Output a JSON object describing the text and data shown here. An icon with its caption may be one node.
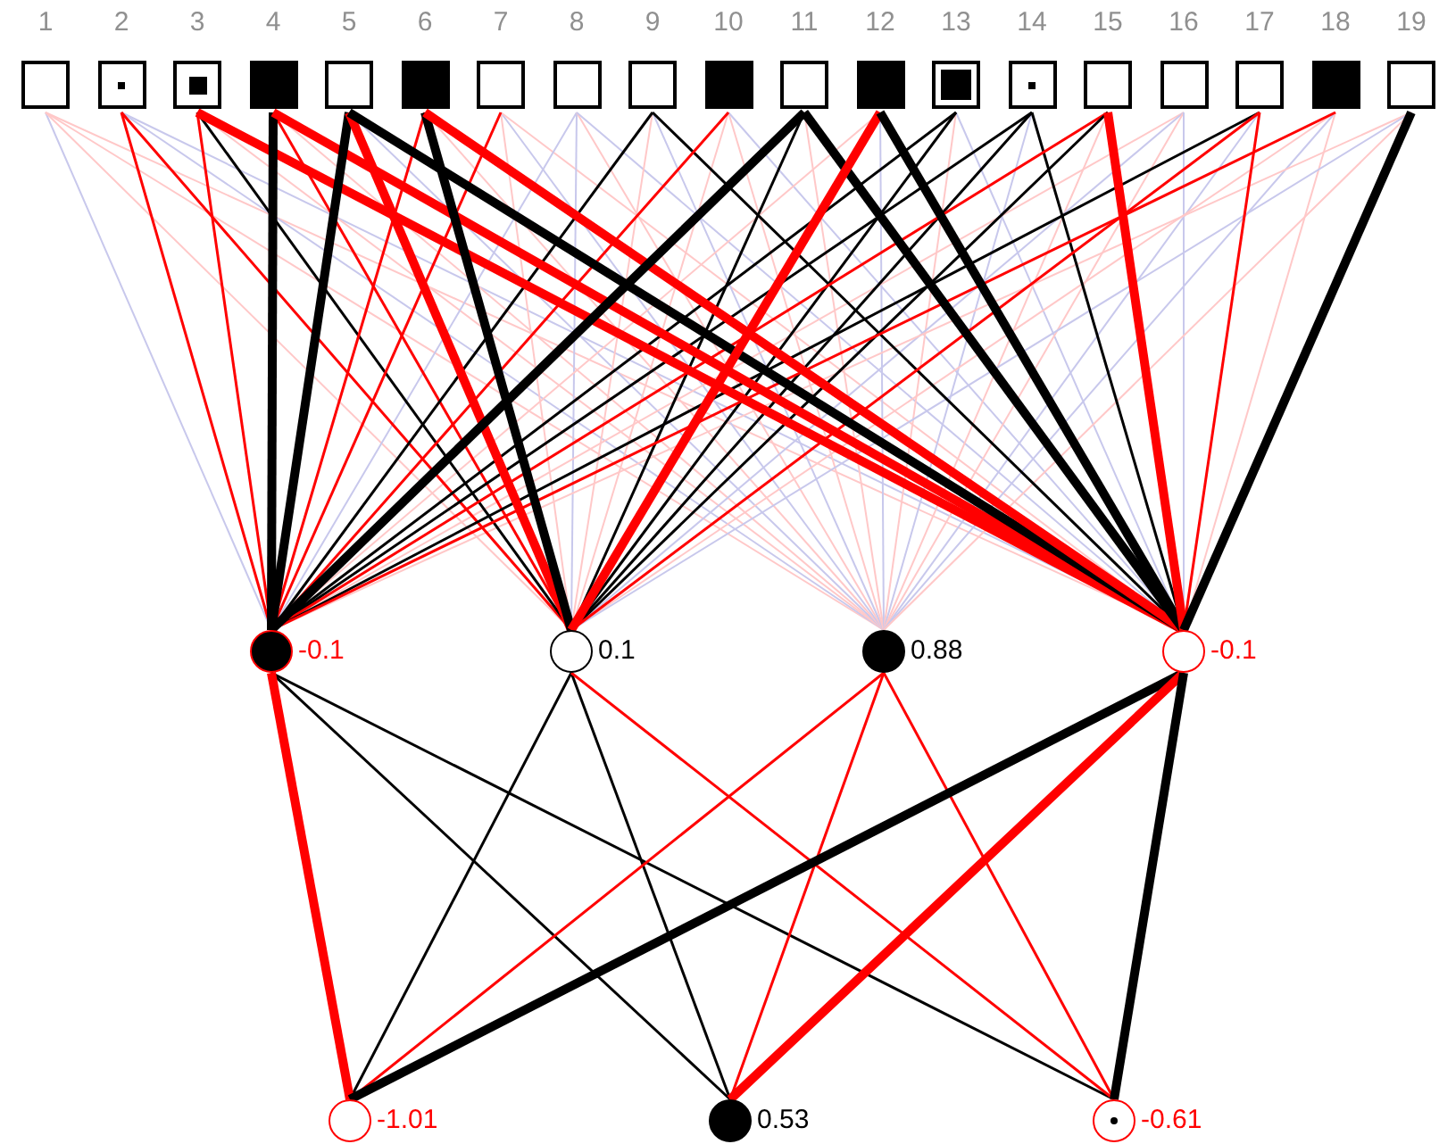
{
  "diagram": {
    "nodes": [
      {
        "text": [
          "1"
        ]
      },
      {
        "text": [
          "2"
        ]
      },
      {
        "text": [
          "3"
        ]
      },
      {
        "text": [
          "4"
        ]
      },
      {
        "text": [
          "5"
        ]
      },
      {
        "text": [
          "6"
        ]
      },
      {
        "text": [
          "7"
        ]
      },
      {
        "text": [
          "8"
        ]
      },
      {
        "text": [
          "9"
        ]
      },
      {
        "text": [
          "10"
        ]
      },
      {
        "text": [
          "11"
        ]
      },
      {
        "text": [
          "12"
        ]
      },
      {
        "text": [
          "13"
        ]
      },
      {
        "text": [
          "14"
        ]
      },
      {
        "text": [
          "15"
        ]
      },
      {
        "text": [
          "16"
        ]
      },
      {
        "text": [
          "17"
        ]
      },
      {
        "text": [
          "18"
        ]
      },
      {
        "text": [
          "19"
        ]
      },
      {
        "text": [],
        "shape": "circle",
        "beside": [
          "-0.1"
        ]
      },
      {
        "text": [],
        "shape": "circle",
        "beside": [
          "0.1"
        ]
      },
      {
        "text": [],
        "shape": "circle",
        "beside": [
          "0.88"
        ]
      },
      {
        "text": [],
        "shape": "circle",
        "beside": [
          "-0.1"
        ]
      },
      {
        "text": [],
        "shape": "circle",
        "beside": [
          "-1.01"
        ]
      },
      {
        "text": [],
        "shape": "circle",
        "beside": [
          "0.53"
        ]
      },
      {
        "text": [],
        "shape": "circle",
        "beside": [
          "-0.61"
        ]
      }
    ],
    "edges": [
      {
        "from": 0,
        "to": 19,
        "arrow": "none",
        "color": "#c8c8ec"
      },
      {
        "from": 0,
        "to": 20,
        "arrow": "none",
        "color": "#ffc8c8"
      },
      {
        "from": 0,
        "to": 21,
        "arrow": "none",
        "color": "#ffc8c8"
      },
      {
        "from": 0,
        "to": 22,
        "arrow": "none",
        "color": "#ffc8c8"
      },
      {
        "from": 1,
        "to": 19,
        "arrow": "none",
        "color": "#ff0000"
      },
      {
        "from": 1,
        "to": 20,
        "arrow": "none",
        "color": "#ff0000"
      },
      {
        "from": 1,
        "to": 21,
        "arrow": "none",
        "color": "#c8c8ec"
      },
      {
        "from": 1,
        "to": 22,
        "arrow": "none",
        "color": "#c8c8ec"
      },
      {
        "from": 2,
        "to": 19,
        "arrow": "none",
        "color": "#ff0000"
      },
      {
        "from": 2,
        "to": 20,
        "arrow": "none"
      },
      {
        "from": 2,
        "to": 21,
        "arrow": "none",
        "color": "#ffc8c8"
      },
      {
        "from": 2,
        "to": 22,
        "arrow": "none",
        "style": "thick",
        "color": "#ff0000"
      },
      {
        "from": 3,
        "to": 19,
        "arrow": "none",
        "style": "thick"
      },
      {
        "from": 3,
        "to": 20,
        "arrow": "none",
        "color": "#ff0000"
      },
      {
        "from": 3,
        "to": 21,
        "arrow": "none",
        "color": "#ffc8c8"
      },
      {
        "from": 3,
        "to": 22,
        "arrow": "none",
        "style": "thick",
        "color": "#ff0000"
      },
      {
        "from": 4,
        "to": 19,
        "arrow": "none",
        "style": "thick"
      },
      {
        "from": 4,
        "to": 20,
        "arrow": "none",
        "style": "thick",
        "color": "#ff0000"
      },
      {
        "from": 4,
        "to": 21,
        "arrow": "none",
        "color": "#c8c8ec"
      },
      {
        "from": 4,
        "to": 22,
        "arrow": "none",
        "style": "thick"
      },
      {
        "from": 5,
        "to": 19,
        "arrow": "none",
        "color": "#ff0000"
      },
      {
        "from": 5,
        "to": 20,
        "arrow": "none",
        "style": "thick"
      },
      {
        "from": 5,
        "to": 21,
        "arrow": "none",
        "color": "#ffc8c8"
      },
      {
        "from": 5,
        "to": 22,
        "arrow": "none",
        "style": "thick",
        "color": "#ff0000"
      },
      {
        "from": 6,
        "to": 19,
        "arrow": "none",
        "color": "#ff0000"
      },
      {
        "from": 6,
        "to": 20,
        "arrow": "none",
        "color": "#ffc8c8"
      },
      {
        "from": 6,
        "to": 21,
        "arrow": "none",
        "color": "#c8c8ec"
      },
      {
        "from": 6,
        "to": 22,
        "arrow": "none",
        "color": "#ffc8c8"
      },
      {
        "from": 7,
        "to": 19,
        "arrow": "none",
        "color": "#c8c8ec"
      },
      {
        "from": 7,
        "to": 20,
        "arrow": "none",
        "color": "#c8c8ec"
      },
      {
        "from": 7,
        "to": 21,
        "arrow": "none",
        "color": "#ffc8c8"
      },
      {
        "from": 7,
        "to": 22,
        "arrow": "none",
        "color": "#c8c8ec"
      },
      {
        "from": 8,
        "to": 19,
        "arrow": "none"
      },
      {
        "from": 8,
        "to": 20,
        "arrow": "none",
        "color": "#ffc8c8"
      },
      {
        "from": 8,
        "to": 21,
        "arrow": "none",
        "color": "#c8c8ec"
      },
      {
        "from": 8,
        "to": 22,
        "arrow": "none"
      },
      {
        "from": 9,
        "to": 19,
        "arrow": "none",
        "color": "#ff0000"
      },
      {
        "from": 9,
        "to": 20,
        "arrow": "none",
        "color": "#ffc8c8"
      },
      {
        "from": 9,
        "to": 21,
        "arrow": "none",
        "color": "#ffc8c8"
      },
      {
        "from": 9,
        "to": 22,
        "arrow": "none",
        "color": "#c8c8ec"
      },
      {
        "from": 10,
        "to": 19,
        "arrow": "none",
        "style": "thick"
      },
      {
        "from": 10,
        "to": 20,
        "arrow": "none"
      },
      {
        "from": 10,
        "to": 21,
        "arrow": "none",
        "color": "#ffc8c8"
      },
      {
        "from": 10,
        "to": 22,
        "arrow": "none",
        "style": "thick"
      },
      {
        "from": 11,
        "to": 19,
        "arrow": "none",
        "color": "#ffc8c8"
      },
      {
        "from": 11,
        "to": 20,
        "arrow": "none",
        "style": "thick",
        "color": "#ff0000"
      },
      {
        "from": 11,
        "to": 21,
        "arrow": "none",
        "color": "#c8c8ec"
      },
      {
        "from": 11,
        "to": 22,
        "arrow": "none",
        "style": "thick"
      },
      {
        "from": 12,
        "to": 19,
        "arrow": "none"
      },
      {
        "from": 12,
        "to": 20,
        "arrow": "none"
      },
      {
        "from": 12,
        "to": 21,
        "arrow": "none",
        "color": "#ffc8c8"
      },
      {
        "from": 12,
        "to": 22,
        "arrow": "none",
        "color": "#c8c8ec"
      },
      {
        "from": 13,
        "to": 19,
        "arrow": "none"
      },
      {
        "from": 13,
        "to": 20,
        "arrow": "none"
      },
      {
        "from": 13,
        "to": 21,
        "arrow": "none",
        "color": "#c8c8ec"
      },
      {
        "from": 13,
        "to": 22,
        "arrow": "none"
      },
      {
        "from": 14,
        "to": 19,
        "arrow": "none",
        "color": "#ff0000"
      },
      {
        "from": 14,
        "to": 20,
        "arrow": "none"
      },
      {
        "from": 14,
        "to": 21,
        "arrow": "none",
        "color": "#ffc8c8"
      },
      {
        "from": 14,
        "to": 22,
        "arrow": "none",
        "style": "thick",
        "color": "#ff0000"
      },
      {
        "from": 15,
        "to": 19,
        "arrow": "none",
        "color": "#ffc8c8"
      },
      {
        "from": 15,
        "to": 20,
        "arrow": "none",
        "color": "#c8c8ec"
      },
      {
        "from": 15,
        "to": 21,
        "arrow": "none",
        "color": "#ffc8c8"
      },
      {
        "from": 15,
        "to": 22,
        "arrow": "none",
        "color": "#c8c8ec"
      },
      {
        "from": 16,
        "to": 19,
        "arrow": "none"
      },
      {
        "from": 16,
        "to": 20,
        "arrow": "none",
        "color": "#ff0000"
      },
      {
        "from": 16,
        "to": 21,
        "arrow": "none",
        "color": "#c8c8ec"
      },
      {
        "from": 16,
        "to": 22,
        "arrow": "none",
        "color": "#ff0000"
      },
      {
        "from": 17,
        "to": 19,
        "arrow": "none",
        "color": "#ff0000"
      },
      {
        "from": 17,
        "to": 20,
        "arrow": "none",
        "color": "#ffc8c8"
      },
      {
        "from": 17,
        "to": 21,
        "arrow": "none",
        "color": "#c8c8ec"
      },
      {
        "from": 17,
        "to": 22,
        "arrow": "none",
        "color": "#ffc8c8"
      },
      {
        "from": 18,
        "to": 19,
        "arrow": "none",
        "color": "#ffc8c8"
      },
      {
        "from": 18,
        "to": 20,
        "arrow": "none",
        "color": "#c8c8ec"
      },
      {
        "from": 18,
        "to": 21,
        "arrow": "none",
        "color": "#ffc8c8"
      },
      {
        "from": 18,
        "to": 22,
        "arrow": "none",
        "style": "thick"
      },
      {
        "from": 19,
        "to": 23,
        "arrow": "none",
        "style": "thick",
        "color": "#ff0000"
      },
      {
        "from": 19,
        "to": 24,
        "arrow": "none"
      },
      {
        "from": 19,
        "to": 25,
        "arrow": "none"
      },
      {
        "from": 20,
        "to": 23,
        "arrow": "none"
      },
      {
        "from": 20,
        "to": 24,
        "arrow": "none"
      },
      {
        "from": 20,
        "to": 25,
        "arrow": "none",
        "color": "#ff0000"
      },
      {
        "from": 21,
        "to": 23,
        "arrow": "none",
        "color": "#ff0000"
      },
      {
        "from": 21,
        "to": 24,
        "arrow": "none",
        "color": "#ff0000"
      },
      {
        "from": 21,
        "to": 25,
        "arrow": "none",
        "color": "#ff0000"
      },
      {
        "from": 22,
        "to": 23,
        "arrow": "none",
        "style": "thick"
      },
      {
        "from": 22,
        "to": 24,
        "arrow": "none",
        "style": "thick",
        "color": "#ff0000"
      },
      {
        "from": 22,
        "to": 25,
        "arrow": "none",
        "style": "thick"
      }
    ]
  }
}
